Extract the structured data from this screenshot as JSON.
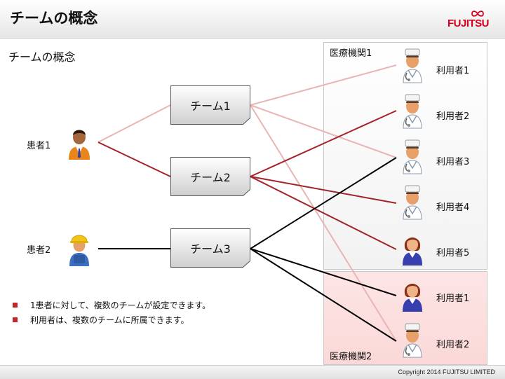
{
  "header": {
    "title": "チームの概念",
    "logo_text": "FUJITSU"
  },
  "subtitle": "チームの概念",
  "teams": [
    {
      "label": "チーム1"
    },
    {
      "label": "チーム2"
    },
    {
      "label": "チーム3"
    }
  ],
  "patients": [
    {
      "label": "患者1",
      "icon": "patient-man-icon"
    },
    {
      "label": "患者2",
      "icon": "patient-worker-icon"
    }
  ],
  "institutions": [
    {
      "label": "医療機関1",
      "users": [
        {
          "label": "利用者1",
          "icon": "nurse-icon"
        },
        {
          "label": "利用者2",
          "icon": "nurse-icon"
        },
        {
          "label": "利用者3",
          "icon": "nurse-icon"
        },
        {
          "label": "利用者4",
          "icon": "nurse-icon"
        },
        {
          "label": "利用者5",
          "icon": "woman-icon"
        }
      ]
    },
    {
      "label": "医療機関2",
      "users": [
        {
          "label": "利用者1",
          "icon": "woman-icon"
        },
        {
          "label": "利用者2",
          "icon": "nurse-icon"
        }
      ]
    }
  ],
  "connections": [
    {
      "from": "患者1",
      "to": "チーム1",
      "color": "#e8b4b4"
    },
    {
      "from": "患者1",
      "to": "チーム2",
      "color": "#a3232a"
    },
    {
      "from": "患者2",
      "to": "チーム3",
      "color": "#000000"
    },
    {
      "from": "チーム1",
      "to": "医療機関1/利用者1",
      "color": "#e8b4b4"
    },
    {
      "from": "チーム1",
      "to": "医療機関1/利用者3",
      "color": "#e8b4b4"
    },
    {
      "from": "チーム1",
      "to": "医療機関2/利用者2",
      "color": "#e8b4b4"
    },
    {
      "from": "チーム2",
      "to": "医療機関1/利用者2",
      "color": "#a3232a"
    },
    {
      "from": "チーム2",
      "to": "医療機関1/利用者4",
      "color": "#a3232a"
    },
    {
      "from": "チーム2",
      "to": "医療機関1/利用者5",
      "color": "#a3232a"
    },
    {
      "from": "チーム3",
      "to": "医療機関1/利用者3",
      "color": "#000000"
    },
    {
      "from": "チーム3",
      "to": "医療機関2/利用者1",
      "color": "#000000"
    },
    {
      "from": "チーム3",
      "to": "医療機関2/利用者2",
      "color": "#000000"
    }
  ],
  "bullets": [
    "1患者に対して、複数のチームが設定できます。",
    "利用者は、複数のチームに所属できます。"
  ],
  "footer": {
    "copyright": "Copyright 2014 FUJITSU LIMITED"
  },
  "colors": {
    "brand_red": "#d2001e",
    "bullet_red": "#c0272d",
    "line_light": "#e8b4b4",
    "line_dark_red": "#a3232a",
    "line_black": "#000000"
  }
}
